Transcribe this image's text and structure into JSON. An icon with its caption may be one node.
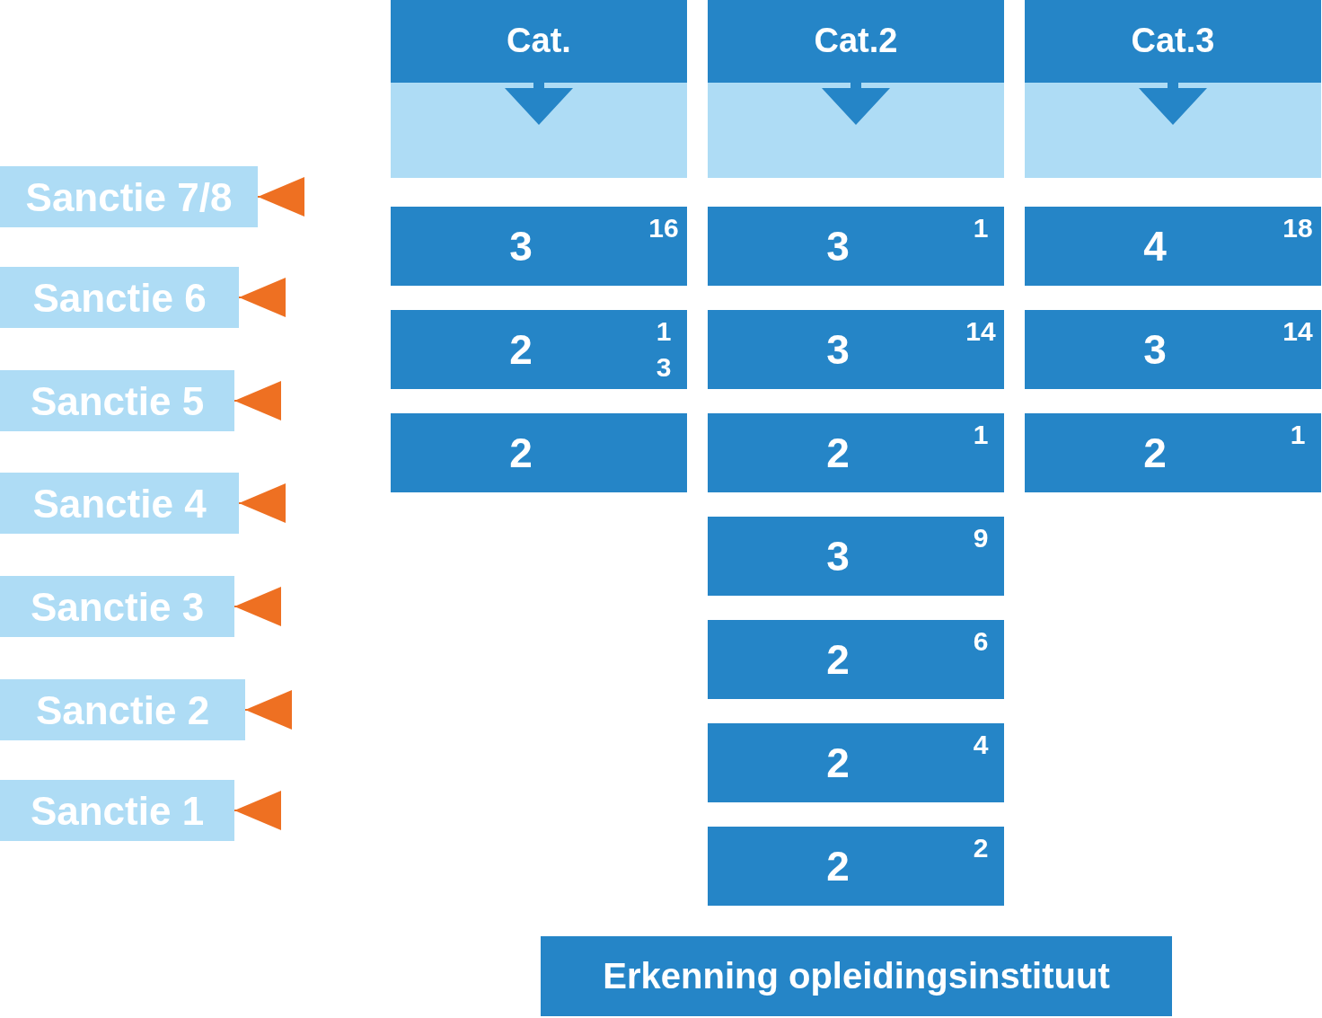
{
  "diagram": {
    "nodes": [
      {
        "text": [
          "Cat."
        ]
      },
      {
        "text": [
          "Cat.2"
        ]
      },
      {
        "text": [
          "Cat.3"
        ]
      },
      {
        "text": [
          "Sanctie 7/8"
        ]
      },
      {
        "text": [
          "Sanctie 6"
        ]
      },
      {
        "text": [
          "Sanctie 5"
        ]
      },
      {
        "text": [
          "Sanctie 4"
        ]
      },
      {
        "text": [
          "Sanctie 3"
        ]
      },
      {
        "text": [
          "Sanctie 2"
        ]
      },
      {
        "text": [
          "Sanctie 1"
        ]
      },
      {
        "text": [
          "3",
          "16"
        ]
      },
      {
        "text": [
          "3",
          "1"
        ]
      },
      {
        "text": [
          "4",
          "18"
        ]
      },
      {
        "text": [
          "2",
          "1 3"
        ]
      },
      {
        "text": [
          "3",
          "14"
        ]
      },
      {
        "text": [
          "3",
          "14"
        ]
      },
      {
        "text": [
          "2"
        ]
      },
      {
        "text": [
          "2",
          "1"
        ]
      },
      {
        "text": [
          "2",
          "1"
        ]
      },
      {
        "text": [
          "3",
          "9"
        ]
      },
      {
        "text": [
          "2",
          "6"
        ]
      },
      {
        "text": [
          "2",
          "4"
        ]
      },
      {
        "text": [
          "2",
          "2"
        ]
      },
      {
        "text": [
          "Erkenning opleidingsinstituut"
        ]
      }
    ],
    "edges": [
      {
        "from": null,
        "to": 3,
        "arrow": "to",
        "color": "#ee7022"
      },
      {
        "from": null,
        "to": 4,
        "arrow": "to",
        "color": "#ee7022"
      },
      {
        "from": null,
        "to": 5,
        "arrow": "to",
        "color": "#ee7022"
      },
      {
        "from": null,
        "to": 6,
        "arrow": "to",
        "color": "#ee7022"
      },
      {
        "from": null,
        "to": 7,
        "arrow": "to",
        "color": "#ee7022"
      },
      {
        "from": null,
        "to": 8,
        "arrow": "to",
        "color": "#ee7022"
      },
      {
        "from": null,
        "to": 9,
        "arrow": "to",
        "color": "#ee7022"
      }
    ]
  }
}
